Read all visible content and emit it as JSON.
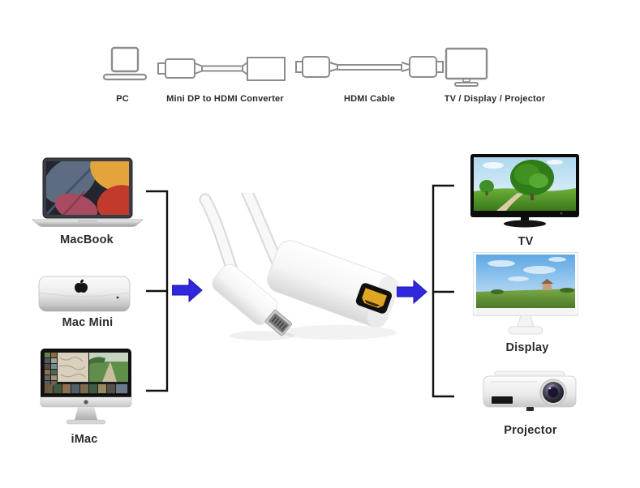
{
  "legend": {
    "items": [
      {
        "label": "PC",
        "icon": "laptop-outline-icon"
      },
      {
        "label": "Mini DP to HDMI Converter",
        "icon": "mini-dp-converter-outline-icon"
      },
      {
        "label": "HDMI Cable",
        "icon": "hdmi-cable-outline-icon"
      },
      {
        "label": "TV / Display / Projector",
        "icon": "monitor-outline-icon"
      }
    ]
  },
  "sources": {
    "items": [
      {
        "label": "MacBook",
        "image": "macbook-photo"
      },
      {
        "label": "Mac Mini",
        "image": "mac-mini-photo"
      },
      {
        "label": "iMac",
        "image": "imac-photo"
      }
    ]
  },
  "adapter": {
    "image": "mini-displayport-to-hdmi-adapter-photo"
  },
  "outputs": {
    "items": [
      {
        "label": "TV",
        "image": "tv-photo"
      },
      {
        "label": "Display",
        "image": "display-monitor-photo"
      },
      {
        "label": "Projector",
        "image": "projector-photo"
      }
    ]
  },
  "colors": {
    "arrow_blue": "#2f28dc",
    "arrow_edge": "#1b14a8",
    "bracket_black": "#111111",
    "icon_outline_gray": "#8c8c8c",
    "label_text": "#2a2a2a",
    "hdmi_gold": "#dea622",
    "background": "#ffffff"
  }
}
